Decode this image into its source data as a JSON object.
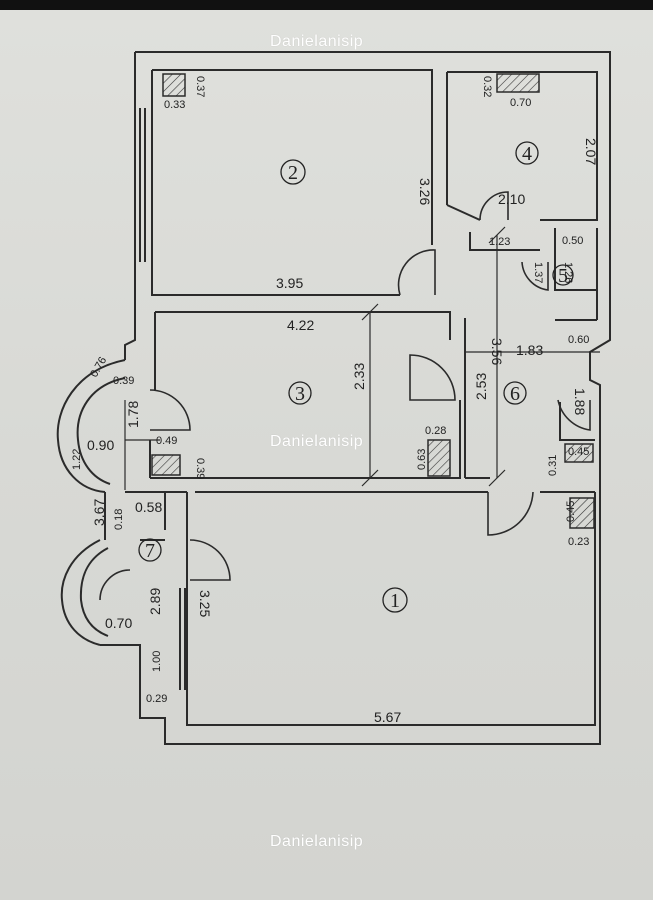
{
  "watermark": "Danielanisip",
  "edge_text": "",
  "rooms": [
    {
      "id": "room-1",
      "label": "1"
    },
    {
      "id": "room-2",
      "label": "2"
    },
    {
      "id": "room-3",
      "label": "3"
    },
    {
      "id": "room-4",
      "label": "4"
    },
    {
      "id": "room-5",
      "label": "5"
    },
    {
      "id": "room-6",
      "label": "6"
    },
    {
      "id": "room-7",
      "label": "7"
    }
  ],
  "dimensions": {
    "d_033a": "0.33",
    "d_037a": "0.37",
    "d_326": "3.26",
    "d_395": "3.95",
    "d_032": "0.32",
    "d_070a": "0.70",
    "d_207": "2.07",
    "d_210": "2.10",
    "d_123": "1.23",
    "d_050": "0.50",
    "d_137": "1.37",
    "d_126": "1.26",
    "d_422": "4.22",
    "d_233": "2.33",
    "d_356": "3.56",
    "d_183": "1.83",
    "d_060": "0.60",
    "d_253": "2.53",
    "d_188": "1.88",
    "d_076": "0.76",
    "d_039a": "0.39",
    "d_178": "1.78",
    "d_122": "1.22",
    "d_090": "0.90",
    "d_049": "0.49",
    "d_039b": "0.39",
    "d_028": "0.28",
    "d_063": "0.63",
    "d_045a": "0.45",
    "d_031": "0.31",
    "d_045b": "0.45",
    "d_023": "0.23",
    "d_367": "3.67",
    "d_058": "0.58",
    "d_018": "0.18",
    "d_289": "2.89",
    "d_325": "3.25",
    "d_070b": "0.70",
    "d_100": "1.00",
    "d_029": "0.29",
    "d_567": "5.67"
  }
}
